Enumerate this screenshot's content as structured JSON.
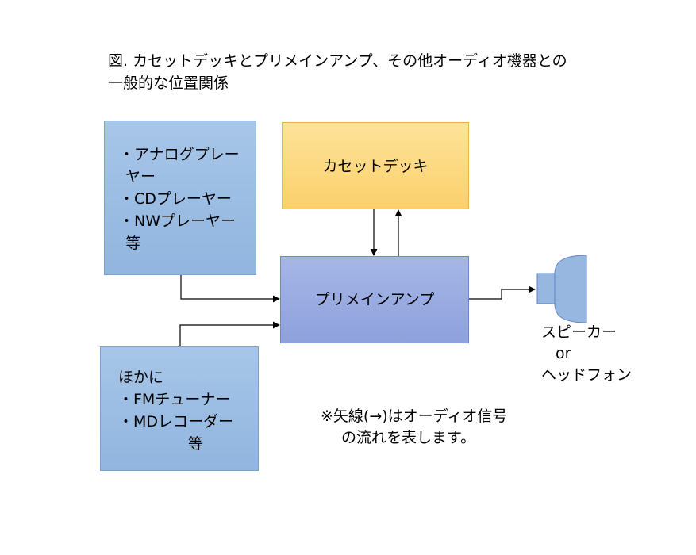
{
  "title": {
    "line1": "図. カセットデッキとプリメインアンプ、その他オーディオ機器との",
    "line2": "一般的な位置関係"
  },
  "sources_box": {
    "lines": [
      "・アナログプレー",
      "ヤー",
      "・CDプレーヤー",
      "・NWプレーヤー",
      "等"
    ]
  },
  "tuners_box": {
    "lines": [
      "ほかに",
      "・FMチューナー",
      "・MDレコーダー",
      "等"
    ]
  },
  "cassette_box": {
    "label": "カセットデッキ"
  },
  "amp_box": {
    "label": "プリメインアンプ"
  },
  "speaker": {
    "lines": [
      "スピーカー",
      "or",
      "ヘッドフォン"
    ]
  },
  "note": {
    "line1": "※矢線(→)はオーディオ信号",
    "line2": "の流れを表します。"
  },
  "colors": {
    "blue_box": "#9ebee5",
    "cassette_box": "#fcd87f",
    "amp_box": "#9aabe0",
    "speaker_fill": "#97b6e0",
    "arrow": "#000000"
  },
  "icons": {
    "speaker": "speaker-icon"
  }
}
